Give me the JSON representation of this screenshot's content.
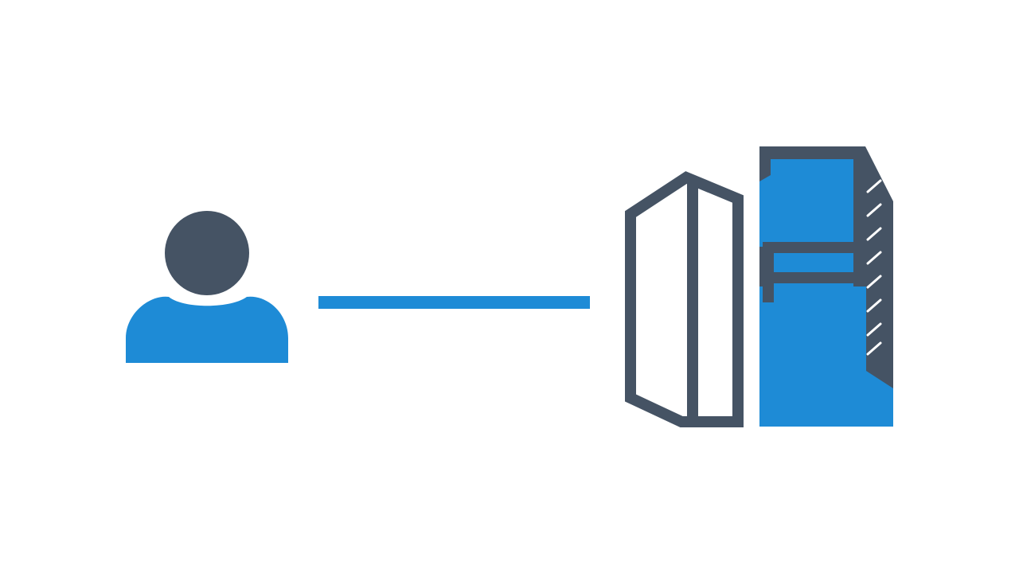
{
  "diagram": {
    "nodes": [
      {
        "id": "user",
        "icon": "user-icon"
      },
      {
        "id": "server",
        "icon": "server-tower-icon"
      }
    ],
    "connections": [
      {
        "from": "user",
        "to": "server"
      }
    ]
  },
  "colors": {
    "background": "#ffffff",
    "dark": "#455364",
    "accent": "#1e8bd6"
  }
}
